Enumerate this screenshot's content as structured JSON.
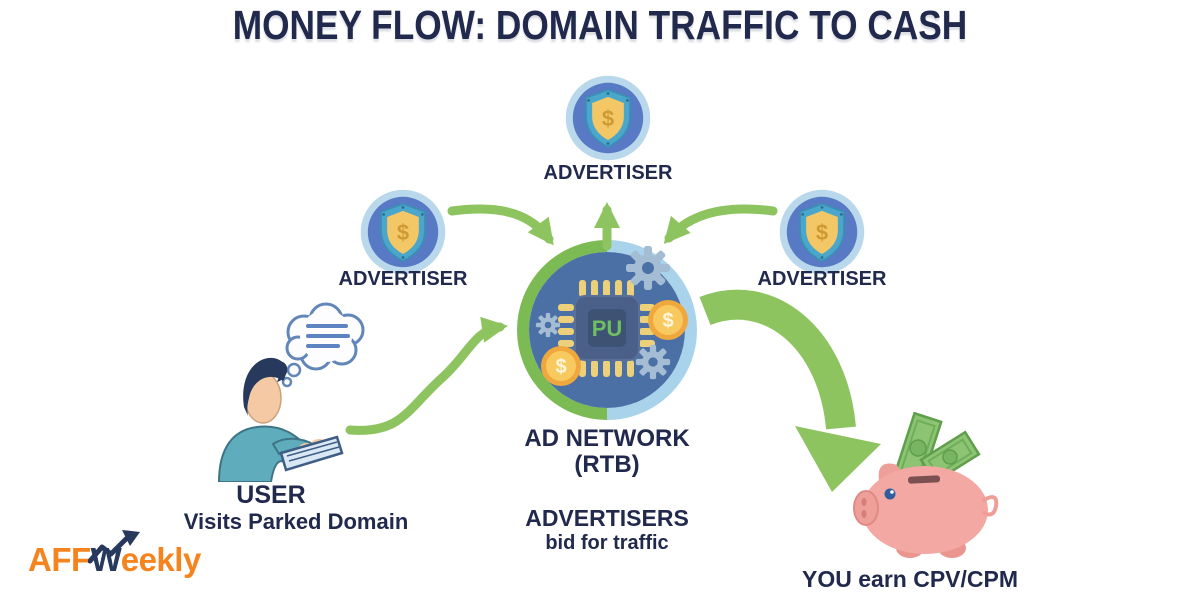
{
  "title": "MONEY FLOW: DOMAIN TRAFFIC TO CASH",
  "advertisers": {
    "top": "ADVERTISER",
    "left": "ADVERTISER",
    "right": "ADVERTISER"
  },
  "hub": {
    "chip_label": "PU",
    "name_line1": "AD NETWORK",
    "name_line2": "(RTB)",
    "sub_line1": "ADVERTISERS",
    "sub_line2": "bid for traffic"
  },
  "user": {
    "label": "USER",
    "sublabel": "Visits Parked Domain"
  },
  "payout": {
    "label": "YOU earn CPV/CPM"
  },
  "logo": {
    "part1": "AFF",
    "part2": "W",
    "part3": "eekly"
  },
  "icons": {
    "currency": "$"
  },
  "colors": {
    "navy_text": "#212a4d",
    "arrow_green": "#8dc45f",
    "ring_green": "#7cba53",
    "ring_blue": "#a9d3ea",
    "hub_blue": "#4a70a6",
    "badge_outer": "#b9d8ec",
    "badge_inner": "#5879c3",
    "shield_teal": "#4aa6cb",
    "shield_gold": "#f3c765",
    "chip_body": "#4b6088",
    "chip_pin": "#ecd07a",
    "chip_text_green": "#6dbf62",
    "gear_gray": "#a4bdd4",
    "coin_gold": "#f0a83e",
    "pig_pink": "#f3a8a3",
    "bill_green": "#8cc474",
    "logo_orange": "#f5841f"
  }
}
